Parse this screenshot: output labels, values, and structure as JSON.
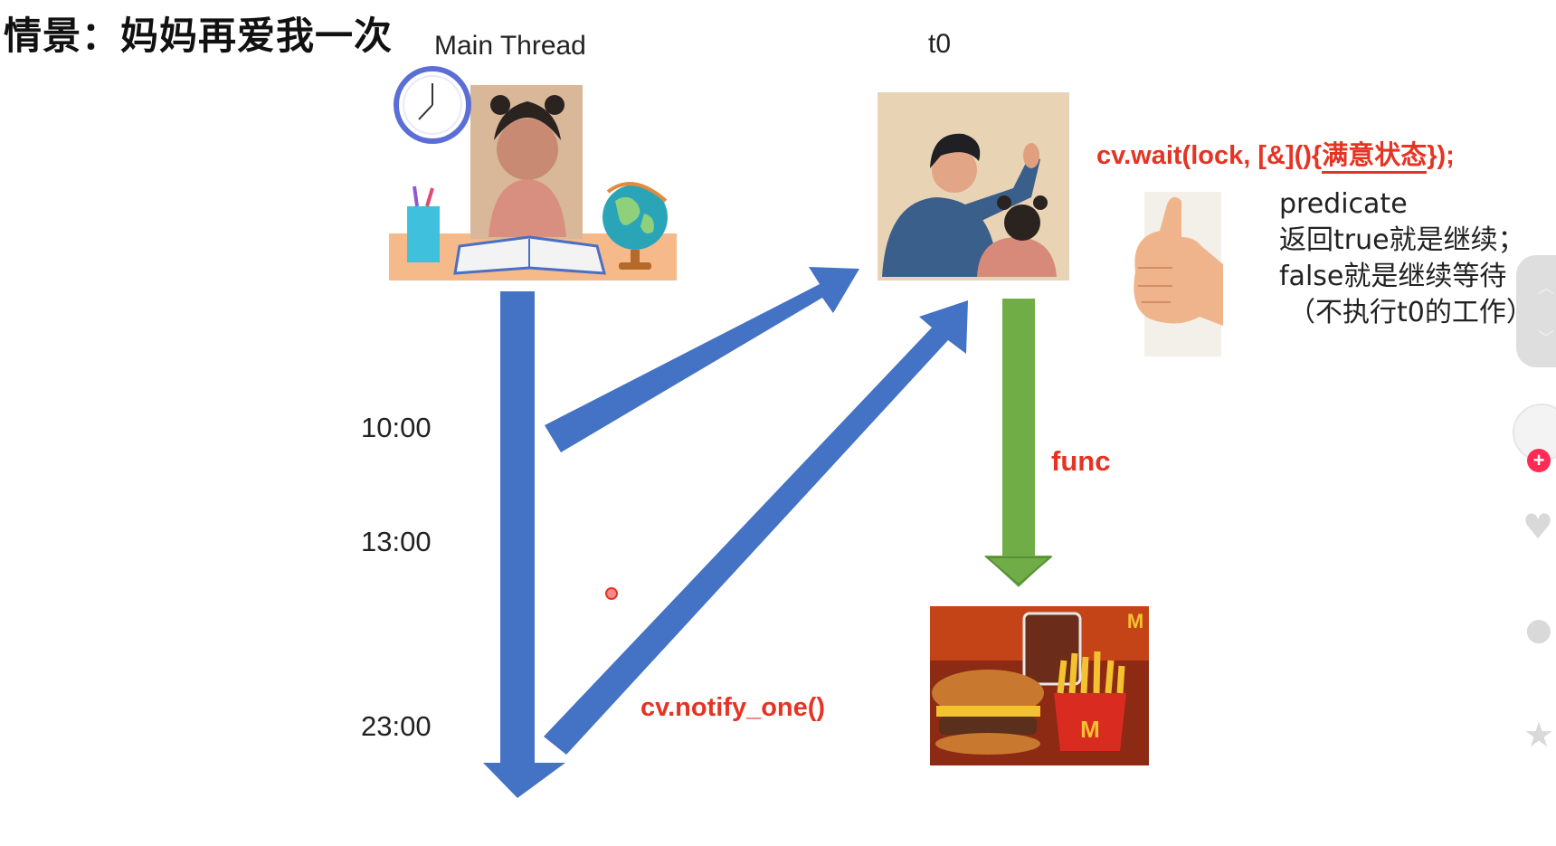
{
  "title": "情景：妈妈再爱我一次",
  "lanes": {
    "main": "Main Thread",
    "worker": "t0"
  },
  "times": [
    "10:00",
    "13:00",
    "23:00"
  ],
  "wait_call": {
    "prefix": "cv.wait(lock, [&](){",
    "highlight": "满意状态",
    "suffix": "});"
  },
  "predicate_note": [
    "predicate",
    "返回true就是继续；",
    "false就是继续等待",
    "（不执行t0的工作）"
  ],
  "func_label": "func",
  "notify_label": "cv.notify_one()",
  "colors": {
    "blue_arrow": "#4472c4",
    "green_arrow": "#70ad47",
    "red_text": "#e53423"
  },
  "icons": [
    "clock-icon",
    "globe-icon",
    "thumbs-up-icon",
    "heart-icon",
    "comment-icon",
    "star-icon",
    "add-follow-icon"
  ]
}
